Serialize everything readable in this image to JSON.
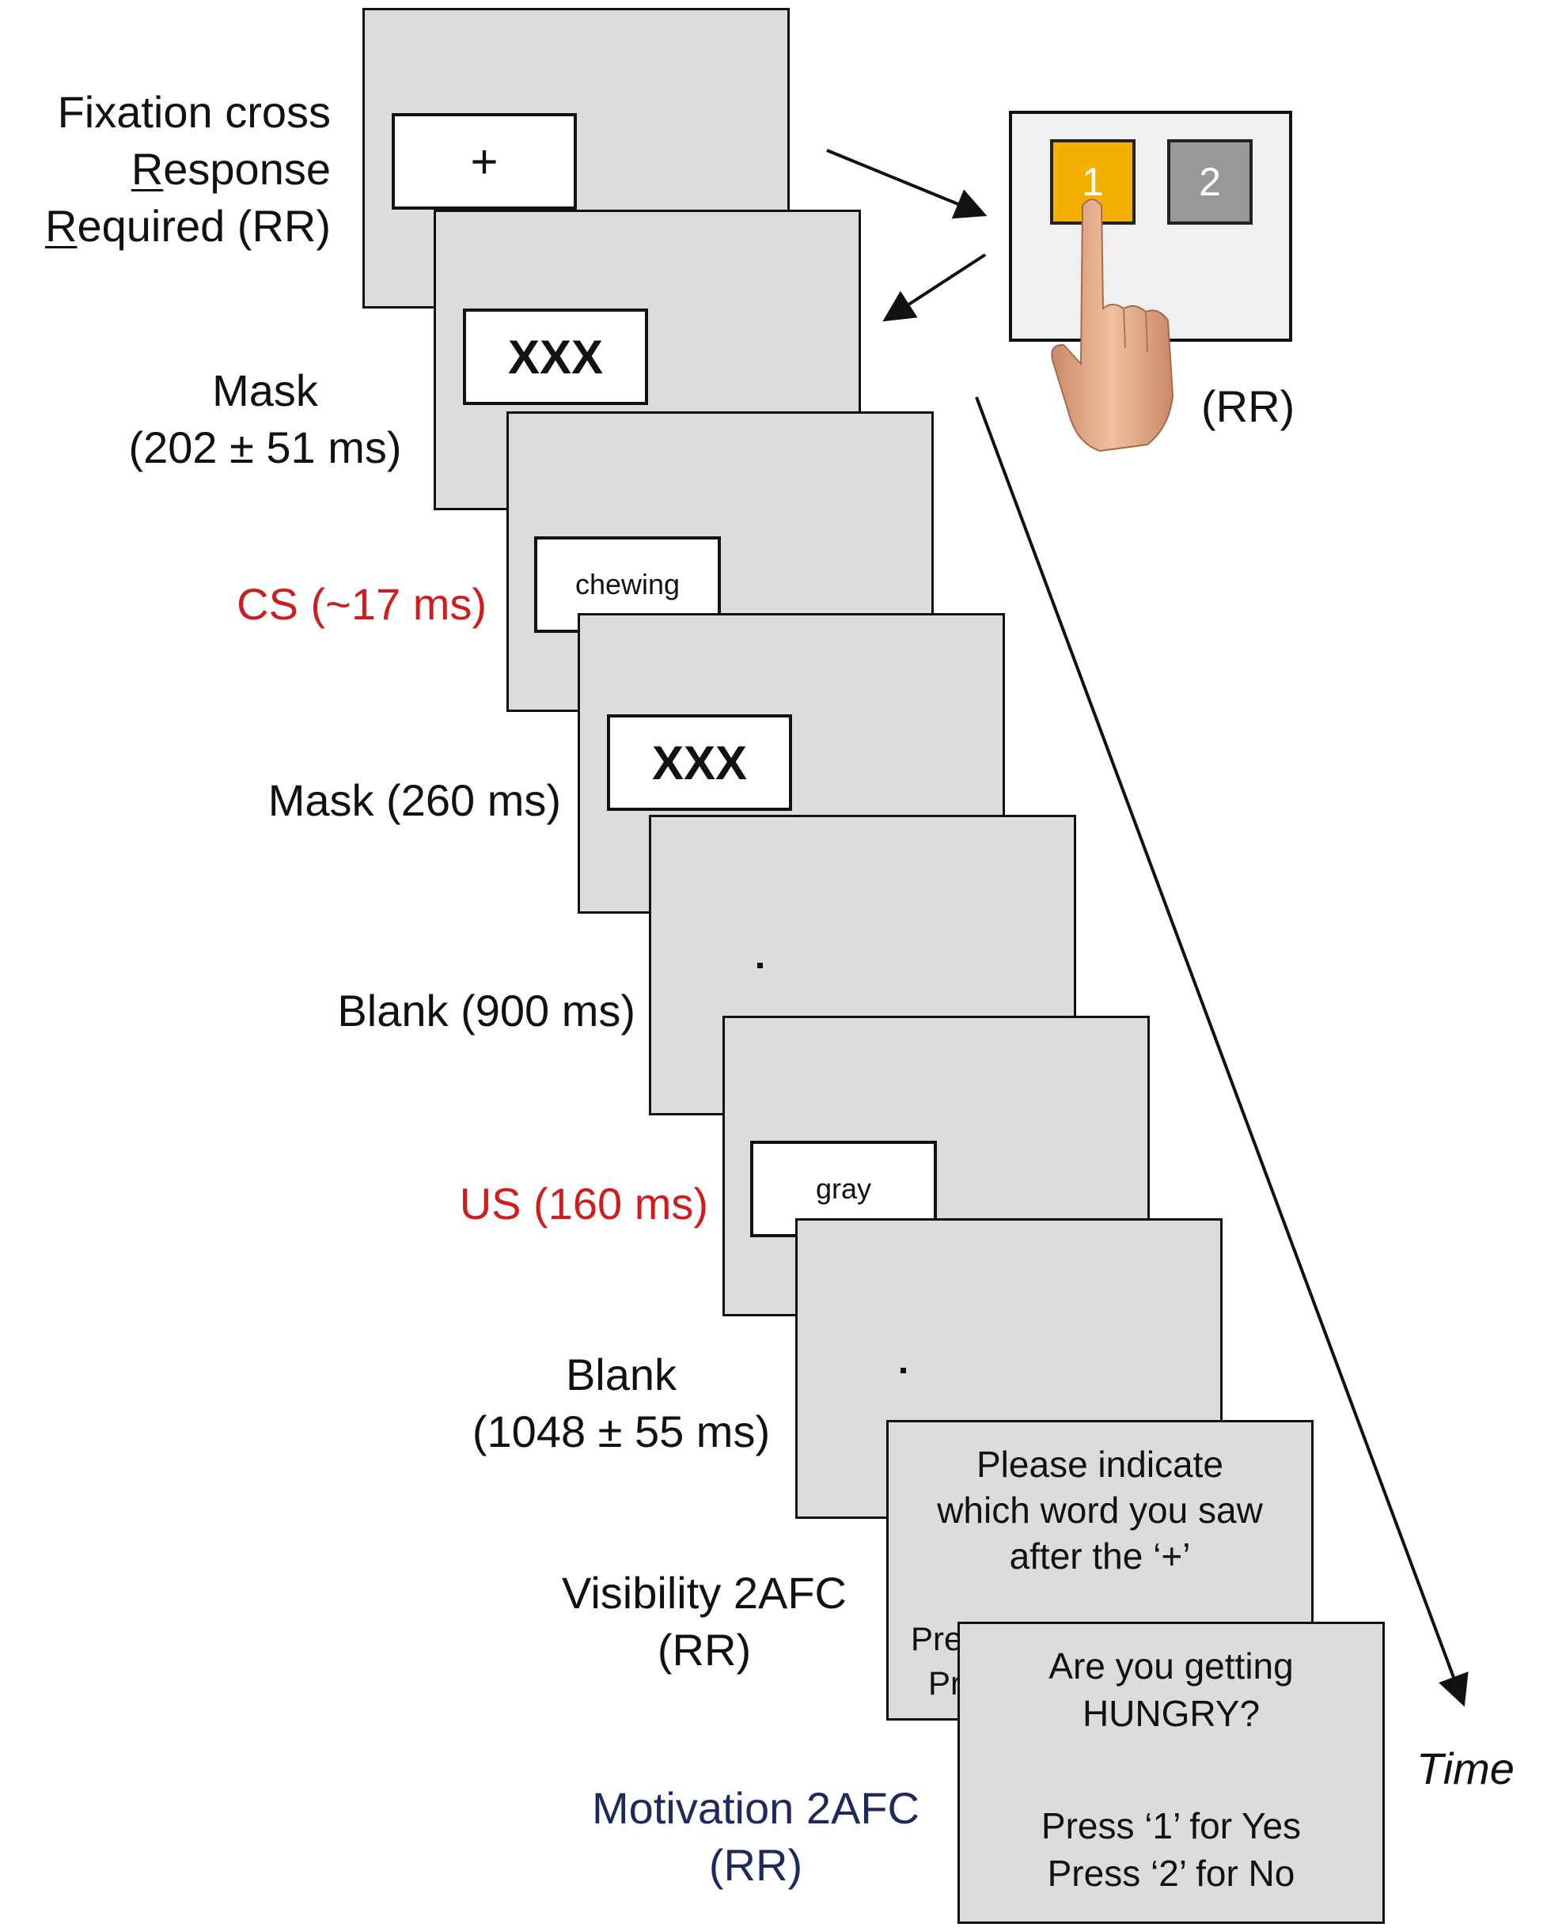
{
  "labels": {
    "fixation": {
      "line1": "Fixation cross",
      "line2_u": "R",
      "line2_rest": "esponse",
      "line3_u": "R",
      "line3_rest": "equired (RR)"
    },
    "mask1": [
      "Mask",
      "(202 ± 51 ms)"
    ],
    "cs": "CS (~17 ms)",
    "mask2": "Mask (260 ms)",
    "blank1": "Blank (900 ms)",
    "us": "US (160 ms)",
    "blank2": [
      "Blank",
      "(1048 ± 55 ms)"
    ],
    "visibility": [
      "Visibility 2AFC",
      "(RR)"
    ],
    "motivation": [
      "Motivation 2AFC",
      "(RR)"
    ],
    "rr": "(RR)",
    "time": "Time"
  },
  "screens": {
    "fixation": "+",
    "mask1": "XXX",
    "cs": "chewing",
    "mask2": "XXX",
    "us": "gray",
    "visibility": {
      "lines": [
        "Please indicate",
        "which word you saw",
        "after the ‘+’"
      ],
      "partial": [
        "Pre",
        "Pr"
      ]
    },
    "motivation": [
      "Are you getting",
      "HUNGRY?",
      "",
      "Press ‘1’ for Yes",
      "Press ‘2’ for No"
    ]
  },
  "keypad": {
    "key1": "1",
    "key2": "2",
    "key1_color": "#f2b000",
    "key2_color": "#999999"
  },
  "colors": {
    "screen": "#dcdcdc",
    "red": "#d01c1c",
    "navy": "#1f2a5c"
  }
}
